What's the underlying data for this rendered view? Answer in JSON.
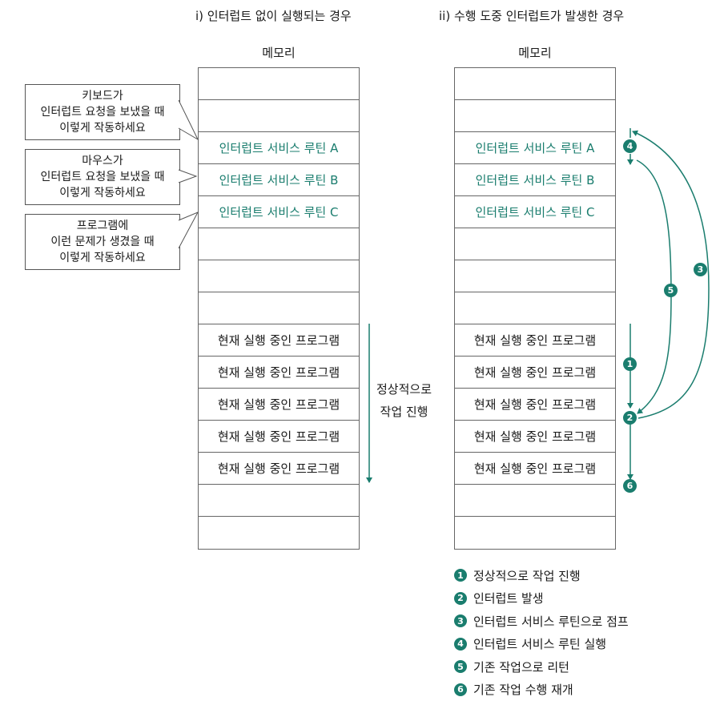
{
  "titles": {
    "left": "i) 인터럽트 없이 실행되는 경우",
    "right": "ii) 수행 도중 인터럽트가 발생한 경우"
  },
  "memory_label": "메모리",
  "memory_cells": [
    "",
    "",
    "인터럽트 서비스 루틴 A",
    "인터럽트 서비스 루틴 B",
    "인터럽트 서비스 루틴 C",
    "",
    "",
    "",
    "현재 실행 중인 프로그램",
    "현재 실행 중인 프로그램",
    "현재 실행 중인 프로그램",
    "현재 실행 중인 프로그램",
    "현재 실행 중인 프로그램",
    "",
    ""
  ],
  "callouts": [
    [
      "키보드가",
      "인터럽트 요청을 보냈을 때",
      "이렇게 작동하세요"
    ],
    [
      "마우스가",
      "인터럽트 요청을 보냈을 때",
      "이렇게 작동하세요"
    ],
    [
      "프로그램에",
      "이런 문제가 생겼을 때",
      "이렇게 작동하세요"
    ]
  ],
  "normal_note": [
    "정상적으로",
    "작업 진행"
  ],
  "legend": [
    {
      "num": "1",
      "text": "정상적으로 작업 진행"
    },
    {
      "num": "2",
      "text": "인터럽트 발생"
    },
    {
      "num": "3",
      "text": "인터럽트 서비스 루틴으로 점프"
    },
    {
      "num": "4",
      "text": "인터럽트 서비스 루틴 실행"
    },
    {
      "num": "5",
      "text": "기존 작업으로 리턴"
    },
    {
      "num": "6",
      "text": "기존 작업 수행 재개"
    }
  ],
  "colors": {
    "accent": "#1a7d6e",
    "border": "#666666"
  }
}
